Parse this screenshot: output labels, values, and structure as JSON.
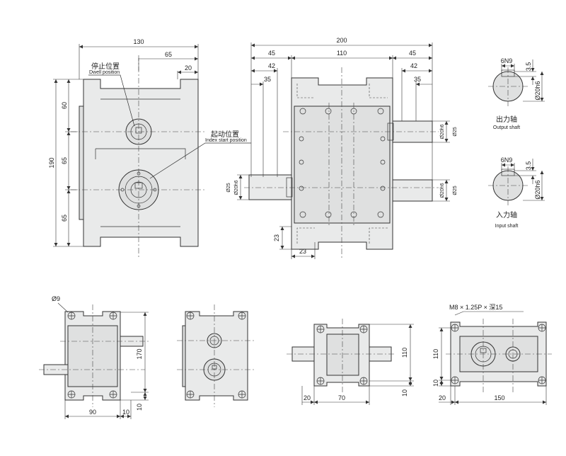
{
  "front_view": {
    "dims": {
      "width": "130",
      "half": "65",
      "edge": "20",
      "height": "190",
      "top": "60",
      "middle": "65",
      "bottom": "65"
    },
    "callouts": {
      "dwell_cn": "停止位置",
      "dwell_en": "Dwell position",
      "index_cn": "起动位置",
      "index_en": "Index start position"
    }
  },
  "top_view": {
    "dims": {
      "total": "200",
      "left_overhang": "45",
      "body": "110",
      "right_overhang": "45",
      "left_42": "42",
      "right_42": "42",
      "left_35": "35",
      "right_35": "35",
      "input_dia": "Ø25",
      "input_fit": "Ø20h6",
      "output_fit_upper": "Ø20h6",
      "output_dia_upper": "Ø25",
      "output_fit_lower": "Ø20h6",
      "output_dia_lower": "Ø25",
      "foot_height": "23",
      "foot_width": "23"
    }
  },
  "shaft_details": {
    "output": {
      "key_width": "6N9",
      "key_depth": "3.5",
      "dia": "Ø20h6",
      "label_cn": "出力轴",
      "label_en": "Output shaft"
    },
    "input": {
      "key_width": "6N9",
      "key_depth": "3.5",
      "dia": "Ø20h6",
      "label_cn": "入力轴",
      "label_en": "Input shaft"
    }
  },
  "mount_view_a": {
    "dims": {
      "hole": "Ø9",
      "width": "90",
      "edge": "10",
      "height": "170",
      "base": "10"
    }
  },
  "mount_view_c": {
    "dims": {
      "width": "70",
      "edge": "20",
      "height": "110",
      "base": "10"
    }
  },
  "mount_view_d": {
    "dims": {
      "thread": "M8 × 1.25P × 深15",
      "height": "110",
      "base": "10",
      "width": "150",
      "edge": "20"
    }
  }
}
